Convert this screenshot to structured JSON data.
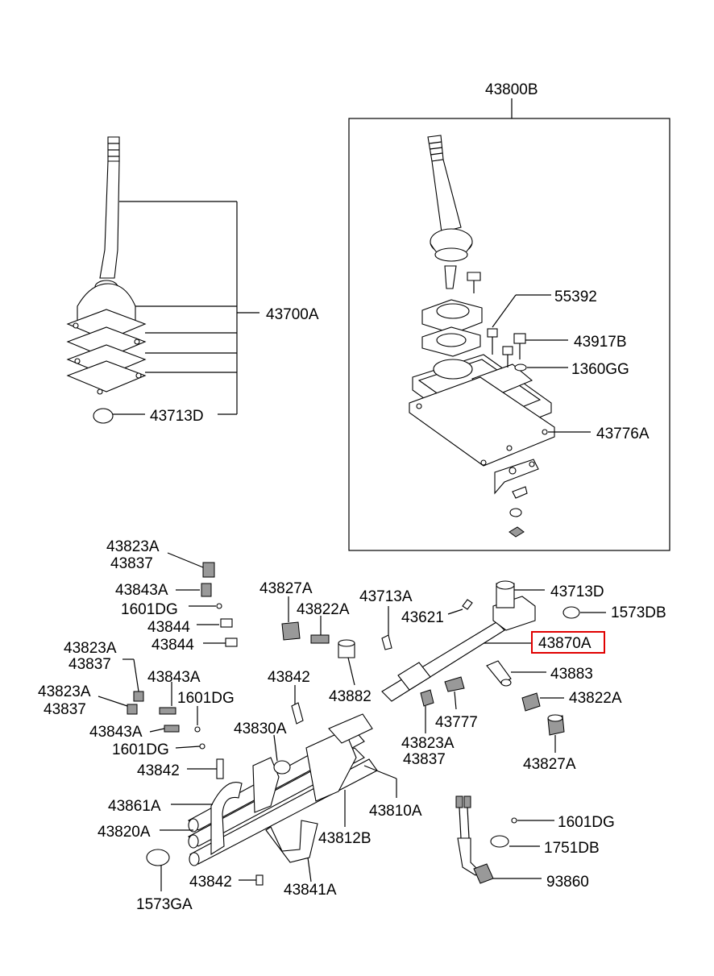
{
  "labels": {
    "kit_43800B": "43800B",
    "lever_43700A": "43700A",
    "bush_43713D_top": "43713D",
    "bolt_55392": "55392",
    "bolt_43917B": "43917B",
    "washer_1360GG": "1360GG",
    "gasket_43776A": "43776A",
    "pin_43823A_a": "43823A",
    "pin_43837_a": "43837",
    "spring_43843A_a": "43843A",
    "ball_1601DG_a": "1601DG",
    "plug_43844_a": "43844",
    "plug_43844_b": "43844",
    "pin_43823A_b": "43823A",
    "pin_43837_b": "43837",
    "pin_43823A_c": "43823A",
    "pin_43837_c": "43837",
    "spring_43843A_b": "43843A",
    "ball_1601DG_b": "1601DG",
    "spring_43843A_c": "43843A",
    "ball_1601DG_c": "1601DG",
    "plug_43827A_a": "43827A",
    "spring_43822A_a": "43822A",
    "pin_43713A": "43713A",
    "pin_43621": "43621",
    "bush_43713D_mid": "43713D",
    "cap_1573DB": "1573DB",
    "shaft_43870A": "43870A",
    "pin_43842_a": "43842",
    "plunger_43882": "43882",
    "plunger_43883": "43883",
    "spring_43822A_b": "43822A",
    "spring_43777": "43777",
    "fork_43830A": "43830A",
    "pin_43823A_d": "43823A",
    "pin_43837_d": "43837",
    "plug_43827A_b": "43827A",
    "pin_43842_b": "43842",
    "rail_43810A": "43810A",
    "fork_43861A": "43861A",
    "rail_43820A": "43820A",
    "fork_43812B": "43812B",
    "ball_1601DG_d": "1601DG",
    "washer_1751DB": "1751DB",
    "pin_43842_c": "43842",
    "fork_43841A": "43841A",
    "switch_93860": "93860",
    "cap_1573GA": "1573GA"
  },
  "highlight_color": "#e00000"
}
